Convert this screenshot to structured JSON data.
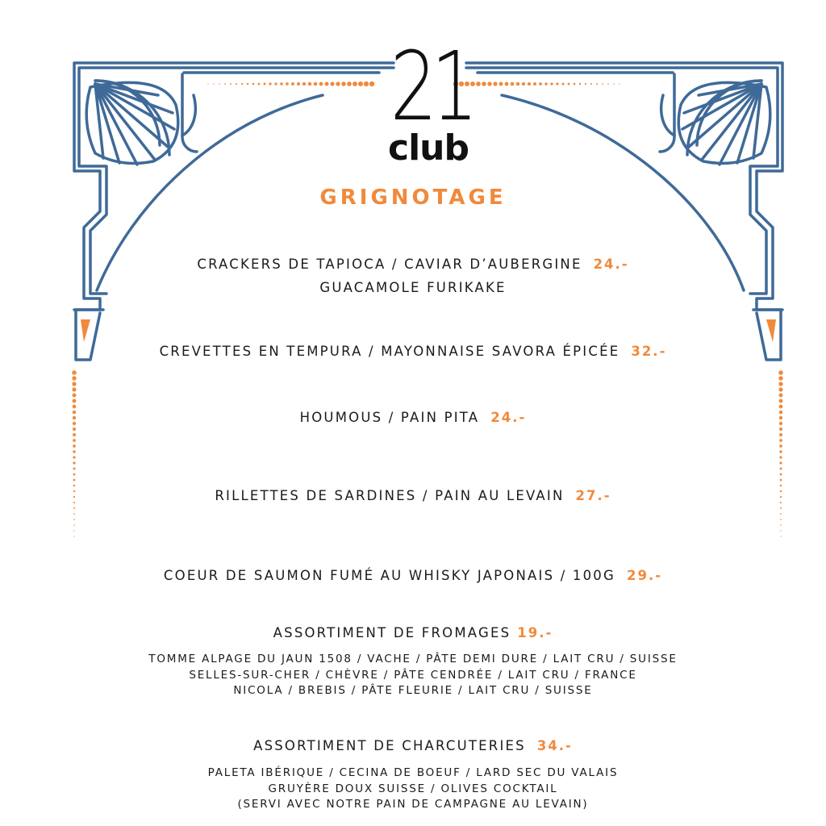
{
  "logo": {
    "number": "21",
    "word": "club"
  },
  "section_title": "GRIGNOTAGE",
  "items": [
    {
      "line1": "CRACKERS DE TAPIOCA / CAVIAR D’AUBERGINE",
      "line2": "GUACAMOLE FURIKAKE",
      "price": "24.-"
    },
    {
      "name": "CREVETTES EN TEMPURA / MAYONNAISE SAVORA ÉPICÉE",
      "price": "32.-"
    },
    {
      "name": "HOUMOUS / PAIN PITA",
      "price": "24.-"
    },
    {
      "name": "RILLETTES DE SARDINES / PAIN AU LEVAIN",
      "price": "27.-"
    },
    {
      "name": "COEUR DE SAUMON FUMÉ AU WHISKY JAPONAIS / 100G",
      "price": "29.-"
    }
  ],
  "fromages": {
    "name": "ASSORTIMENT DE FROMAGES",
    "price": "19.-",
    "lines": [
      "TOMME ALPAGE DU JAUN 1508 / VACHE / PÂTE DEMI DURE / LAIT CRU / SUISSE",
      "SELLES-SUR-CHER / CHÈVRE / PÂTE CENDRÉE / LAIT CRU / FRANCE",
      "NICOLA / BREBIS / PÂTE FLEURIE / LAIT CRU / SUISSE"
    ]
  },
  "charcuteries": {
    "name": "ASSORTIMENT DE CHARCUTERIES",
    "price": "34.-",
    "lines": [
      "PALETA IBÉRIQUE / CECINA DE BOEUF / LARD SEC DU VALAIS",
      "GRUYÈRE DOUX SUISSE / OLIVES COCKTAIL",
      "(SERVI AVEC NOTRE PAIN DE CAMPAGNE AU LEVAIN)"
    ]
  },
  "colors": {
    "accent": "#f08a3c",
    "frame": "#3f6a98",
    "text": "#1b1b1b"
  }
}
